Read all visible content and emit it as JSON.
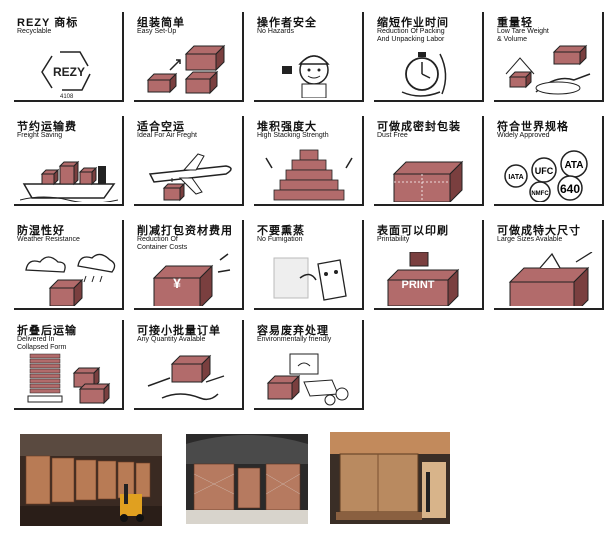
{
  "colors": {
    "box": "#b26b6b",
    "box_dark": "#7a3f3f",
    "line": "#222222",
    "warehouse": "#3a2a22"
  },
  "cards": [
    {
      "zh": "REZY 商标",
      "en": "Recyclable",
      "icon": "recycle-icon",
      "sub": "4108"
    },
    {
      "zh": "组装简单",
      "en": "Easy Set-Up",
      "icon": "box-setup-icon"
    },
    {
      "zh": "操作者安全",
      "en": "No Hazards",
      "icon": "worker-icon"
    },
    {
      "zh": "缩短作业时间",
      "en": "Reduction Of Packing\nAnd Unpacking Labor",
      "icon": "stopwatch-icon"
    },
    {
      "zh": "重量轻",
      "en": "Low Tare Weight\n& Volume",
      "icon": "light-weight-icon"
    },
    {
      "zh": "节约运输费",
      "en": "Freight Saving",
      "icon": "ship-icon"
    },
    {
      "zh": "适合空运",
      "en": "Ideal For Air Freght",
      "icon": "airplane-icon"
    },
    {
      "zh": "堆积强度大",
      "en": "High Stacking Strength",
      "icon": "stacking-icon"
    },
    {
      "zh": "可做成密封包装",
      "en": "Dust Free",
      "icon": "sealed-box-icon"
    },
    {
      "zh": "符合世界规格",
      "en": "Widely Approved",
      "icon": "certification-icon",
      "badges": [
        "IATA",
        "UFC",
        "ATA",
        "NMFC",
        "640"
      ]
    },
    {
      "zh": "防湿性好",
      "en": "Weather Resistance",
      "icon": "weather-icon"
    },
    {
      "zh": "削减打包资材费用",
      "en": "Reduction Of\nContainer Costs",
      "icon": "yen-box-icon",
      "sub": "¥"
    },
    {
      "zh": "不要熏蒸",
      "en": "No Fumigation",
      "icon": "no-fumigation-icon"
    },
    {
      "zh": "表面可以印刷",
      "en": "Printability",
      "icon": "print-box-icon",
      "sub": "PRINT"
    },
    {
      "zh": "可做成特大尺寸",
      "en": "Large Sizes Avalable",
      "icon": "large-box-icon"
    },
    {
      "zh": "折叠后运输",
      "en": "Delivered In\nCollapsed Form",
      "icon": "collapsed-icon"
    },
    {
      "zh": "可接小批量订单",
      "en": "Any Quantity Avalable",
      "icon": "quantity-icon"
    },
    {
      "zh": "容易废弃处理",
      "en": "Environmentally friendly",
      "icon": "disposal-icon"
    }
  ],
  "photos": [
    {
      "name": "warehouse-forklift-photo"
    },
    {
      "name": "air-cargo-photo"
    },
    {
      "name": "pallet-box-photo"
    }
  ]
}
